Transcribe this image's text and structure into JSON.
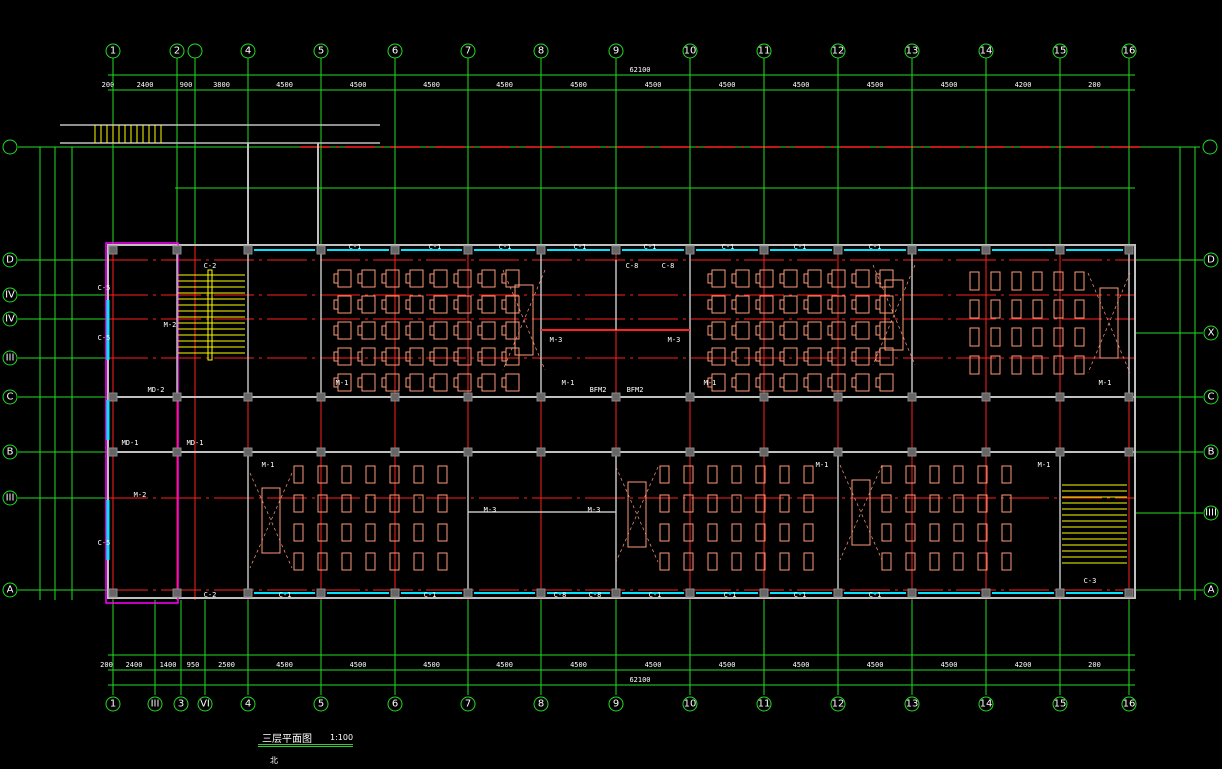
{
  "drawing": {
    "title": "三层平面图",
    "scale": "1:100",
    "north_label": "北",
    "colors": {
      "axis": "#22dd22",
      "wall": "#c0c0c0",
      "centerline": "#ff2020",
      "window": "#00e5ff",
      "desk": "#ff9a7a",
      "stair": "#ffff00",
      "boundary": "#ff00ff"
    }
  },
  "axes": {
    "top": [
      "1",
      "2",
      "",
      "4",
      "5",
      "6",
      "7",
      "8",
      "9",
      "10",
      "11",
      "12",
      "13",
      "14",
      "15",
      "16"
    ],
    "bottom": [
      "1",
      "III",
      "3",
      "VI",
      "4",
      "5",
      "6",
      "7",
      "8",
      "9",
      "10",
      "11",
      "12",
      "13",
      "14",
      "15",
      "16"
    ],
    "left": [
      "D",
      "IV",
      "IV",
      "III",
      "C",
      "B",
      "III",
      "A"
    ],
    "right": [
      "D",
      "X",
      "C",
      "B",
      "IIII",
      "A"
    ]
  },
  "dimensions": {
    "top_total": "62100",
    "top_spans": [
      "200",
      "2400",
      "900",
      "3800",
      "4500",
      "4500",
      "4500",
      "4500",
      "4500",
      "4500",
      "4500",
      "4500",
      "4500",
      "4500",
      "4200",
      "200"
    ],
    "bottom_total": "62100",
    "bottom_spans": [
      "200",
      "2400",
      "1400",
      "950",
      "2500",
      "4500",
      "4500",
      "4500",
      "4500",
      "4500",
      "4500",
      "4500",
      "4500",
      "4500",
      "4500",
      "4200",
      "200"
    ]
  },
  "labels": {
    "windows": [
      "C-1",
      "C-1",
      "C-1",
      "C-1",
      "C-1",
      "C-1",
      "C-1",
      "C-1",
      "C-2",
      "C-2",
      "C-3",
      "C-5",
      "C-5",
      "C-5",
      "C-8",
      "C-8",
      "C-1",
      "C-1",
      "C-1",
      "C-1",
      "C-1",
      "C-1",
      "C-8",
      "C-8"
    ],
    "doors": [
      "M-1",
      "M-1",
      "M-1",
      "M-1",
      "M-3",
      "M-3",
      "M-2",
      "M-2",
      "MD-1",
      "MD-1",
      "MD-2",
      "BFM2",
      "BFM2",
      "M-1",
      "M-1",
      "M-3",
      "M-3",
      "M-1"
    ]
  }
}
